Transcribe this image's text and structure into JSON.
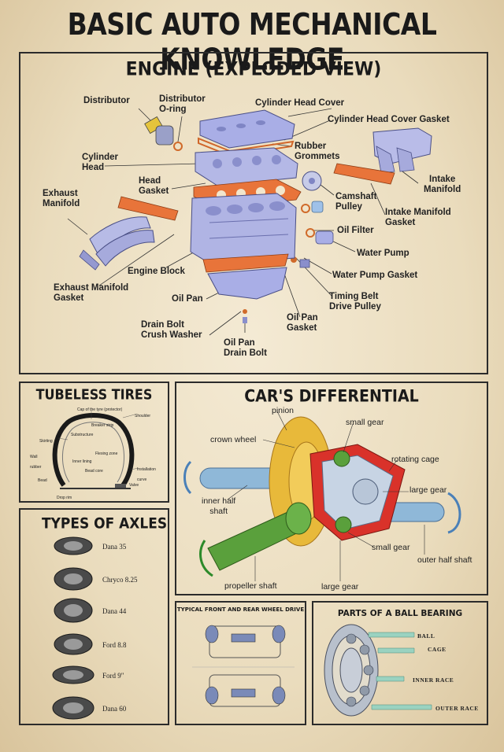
{
  "title": "BASIC AUTO MECHANICAL KNOWLEDGE",
  "engine": {
    "title": "ENGINE (EXPLODED VIEW)",
    "labels": {
      "distributor": "Distributor",
      "distributor_oring": "Distributor\nO-ring",
      "cylinder_head_cover": "Cylinder Head Cover",
      "cylinder_head_cover_gasket": "Cylinder Head Cover Gasket",
      "rubber_grommets": "Rubber\nGrommets",
      "cylinder_head": "Cylinder\nHead",
      "head_gasket": "Head\nGasket",
      "intake_manifold": "Intake\nManifold",
      "exhaust_manifold": "Exhaust\nManifold",
      "camshaft_pulley": "Camshaft\nPulley",
      "intake_manifold_gasket": "Intake Manifold\nGasket",
      "oil_filter": "Oil Filter",
      "water_pump": "Water Pump",
      "engine_block": "Engine Block",
      "water_pump_gasket": "Water Pump Gasket",
      "exhaust_manifold_gasket": "Exhaust Manifold\nGasket",
      "oil_pan": "Oil Pan",
      "timing_belt_drive_pulley": "Timing Belt\nDrive Pulley",
      "oil_pan_gasket": "Oil Pan\nGasket",
      "drain_bolt_crush_washer": "Drain Bolt\nCrush Washer",
      "oil_pan_drain_bolt": "Oil Pan\nDrain Bolt"
    }
  },
  "tires": {
    "title": "TUBELESS TIRES",
    "labels": {
      "cap": "Cap of the tyre (protector)",
      "shoulder": "Shoulder",
      "breaker": "Breaker strip",
      "substructure": "Substructure",
      "skirting": "Skirting",
      "flexing_zone": "Flexing zone",
      "wall_rubber": "Wall\nrubber",
      "inner_lining": "Inner lining",
      "bead_core": "Bead core",
      "installation_curve": "Installation\ncurve",
      "bead": "Bead",
      "valve": "Valve",
      "drop_rim": "Drop rim"
    }
  },
  "differential": {
    "title": "CAR'S DIFFERENTIAL",
    "labels": {
      "pinion": "pinion",
      "small_gear_top": "small gear",
      "crown_wheel": "crown wheel",
      "rotating_cage": "rotating cage",
      "large_gear_right": "large gear",
      "inner_half_shaft": "inner half\nshaft",
      "small_gear_bottom": "small gear",
      "outer_half_shaft": "outer half shaft",
      "propeller_shaft": "propeller shaft",
      "large_gear_bottom": "large gear"
    },
    "colors": {
      "crown": "#e8b93a",
      "cage": "#d9322a",
      "shaft": "#8fb8d8",
      "prop": "#5aa03c"
    }
  },
  "axles": {
    "title": "TYPES OF AXLES",
    "items": [
      "Dana 35",
      "Chryco 8.25",
      "Dana 44",
      "Ford 8.8",
      "Ford 9\"",
      "Dana 60"
    ]
  },
  "wheel_drive": {
    "title": "TYPICAL FRONT AND REAR WHEEL DRIVE"
  },
  "bearing": {
    "title": "PARTS OF A BALL BEARING",
    "labels": [
      "BALL",
      "CAGE",
      "INNER RACE",
      "OUTER RACE"
    ]
  }
}
